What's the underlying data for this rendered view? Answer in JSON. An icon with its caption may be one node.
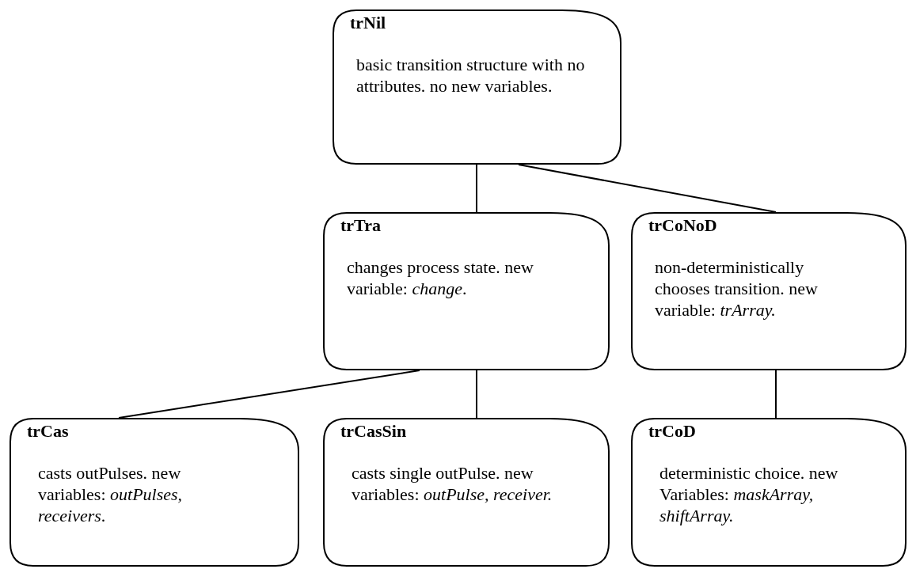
{
  "diagram": {
    "nodes": [
      {
        "text": [
          "trNil",
          "basic transition structure with no attributes. no new variables."
        ]
      },
      {
        "text": [
          "trTra",
          "changes process state. new variable: *change*."
        ]
      },
      {
        "text": [
          "trCoNoD",
          "non-deterministically chooses transition. new variable: *trArray.*"
        ]
      },
      {
        "text": [
          "trCas",
          "casts outPulses. new variables: *outPulses, receivers*."
        ]
      },
      {
        "text": [
          "trCasSin",
          "casts single outPulse. new variables: *outPulse, receiver.*"
        ]
      },
      {
        "text": [
          "trCoD",
          "deterministic choice. new Variables: *maskArray, shiftArray.*"
        ]
      }
    ],
    "edges": [
      {
        "from": 0,
        "to": 1,
        "arrow": "none"
      },
      {
        "from": 0,
        "to": 2,
        "arrow": "none"
      },
      {
        "from": 1,
        "to": 3,
        "arrow": "none"
      },
      {
        "from": 1,
        "to": 4,
        "arrow": "none"
      },
      {
        "from": 2,
        "to": 5,
        "arrow": "none"
      }
    ]
  }
}
